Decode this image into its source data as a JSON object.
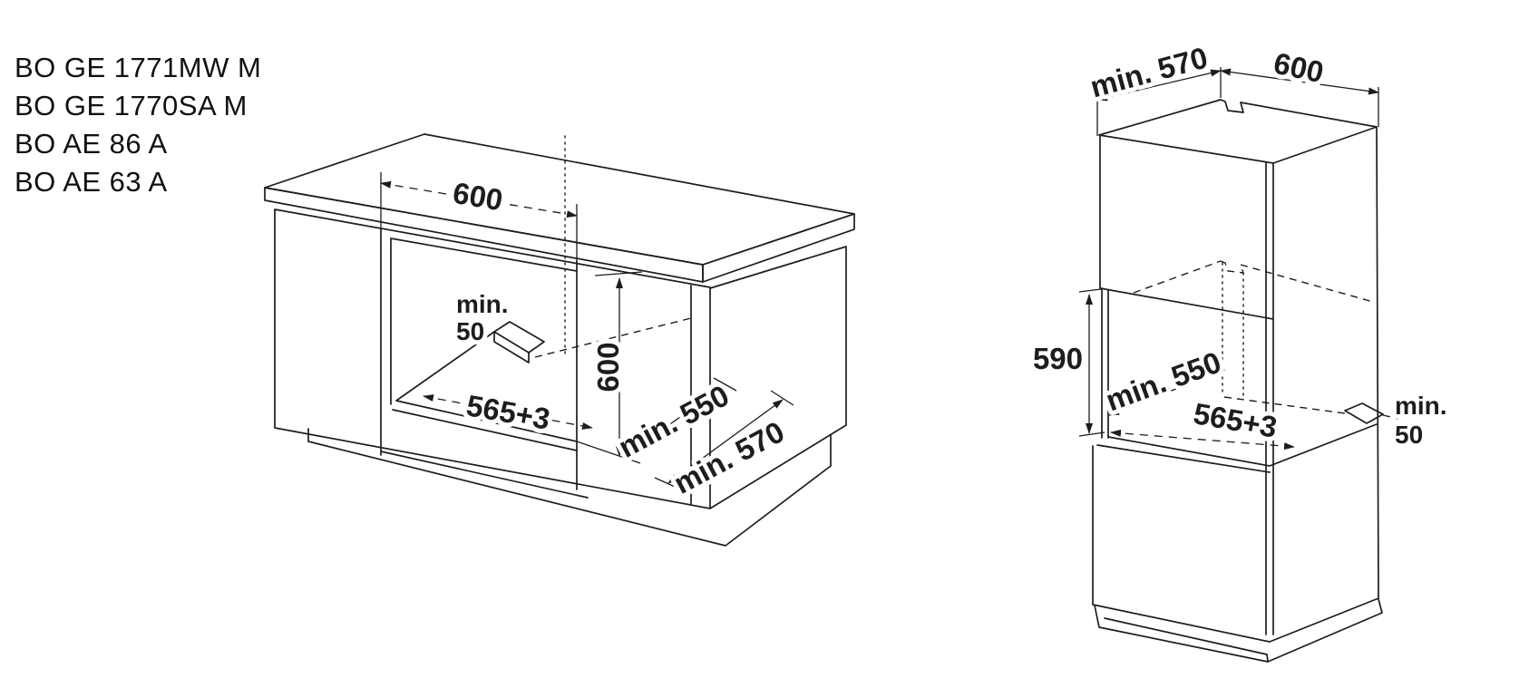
{
  "page": {
    "background": "#ffffff",
    "ink": "#1d1d1b"
  },
  "model_list": {
    "lines": [
      "BO GE 1771MW M",
      "BO GE 1770SA M",
      "BO AE 86 A",
      "BO AE 63 A"
    ]
  },
  "left_diagram": {
    "labels": {
      "niche_width": "600",
      "rear_clearance_line1": "min.",
      "rear_clearance_line2": "50",
      "floor_width": "565+3",
      "niche_height": "600",
      "min_depth": "min. 550",
      "total_depth": "min. 570"
    }
  },
  "right_diagram": {
    "labels": {
      "top_depth": "min. 570",
      "top_width": "600",
      "niche_height": "590",
      "min_depth": "min. 550",
      "floor_width": "565+3",
      "rear_clearance_line1": "min.",
      "rear_clearance_line2": "50"
    }
  }
}
